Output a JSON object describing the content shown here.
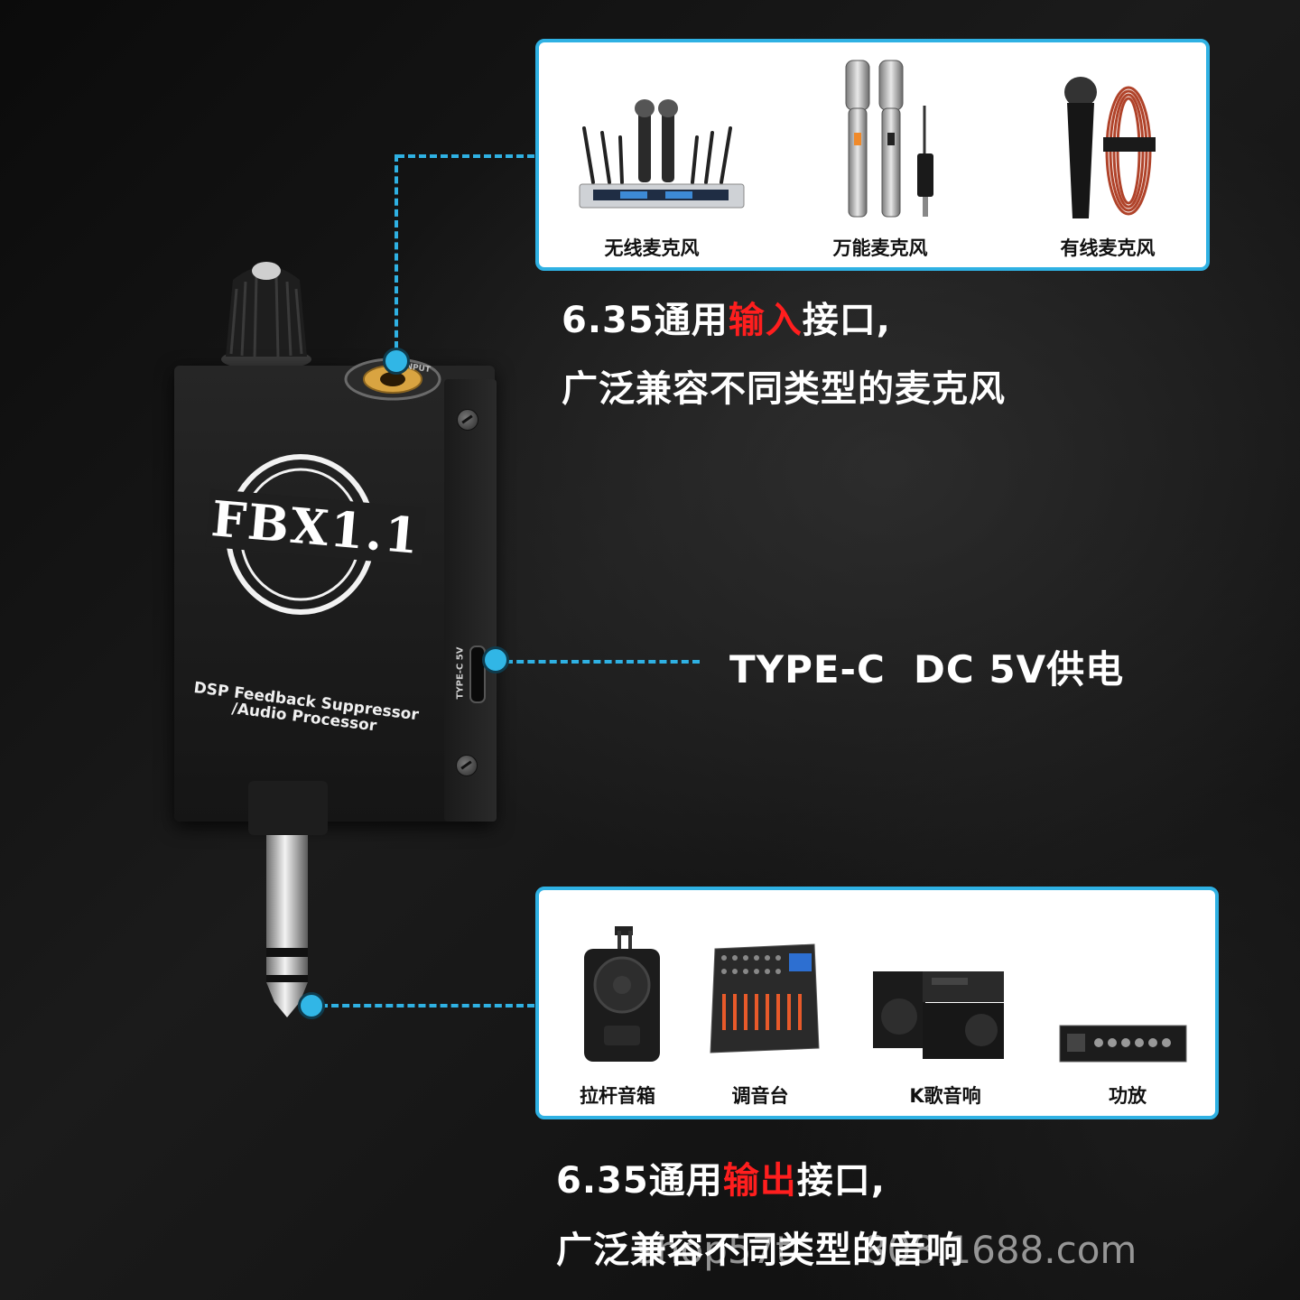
{
  "device": {
    "logo": "FBX1.1",
    "line1": "DSP Feedback Suppressor",
    "line2": "/Audio Processor",
    "port_label": "TYPE-C 5V",
    "input_label": "INPUT"
  },
  "input_panel": {
    "items": [
      {
        "label": "无线麦克风",
        "icon": "wireless-mic-receiver-icon"
      },
      {
        "label": "万能麦克风",
        "icon": "universal-mic-icon"
      },
      {
        "label": "有线麦克风",
        "icon": "wired-mic-icon"
      }
    ]
  },
  "input_text": {
    "line1_pre": "6.35通用",
    "line1_hl": "输入",
    "line1_post": "接口,",
    "line2": "广泛兼容不同类型的麦克风"
  },
  "power_text": "TYPE-C  DC 5V供电",
  "output_panel": {
    "items": [
      {
        "label": "拉杆音箱",
        "icon": "trolley-speaker-icon"
      },
      {
        "label": "调音台",
        "icon": "mixer-console-icon"
      },
      {
        "label": "K歌音响",
        "icon": "karaoke-speaker-icon"
      },
      {
        "label": "功放",
        "icon": "amplifier-icon"
      }
    ]
  },
  "output_text": {
    "line1_pre": "6.35通用",
    "line1_hl": "输出",
    "line1_post": "接口,",
    "line2": "广泛兼容不同类型的音响"
  },
  "watermark": "shop57t      808.1688.com",
  "colors": {
    "accent": "#2fb1e3",
    "highlight": "#ff1e1e",
    "background": "#111111"
  }
}
